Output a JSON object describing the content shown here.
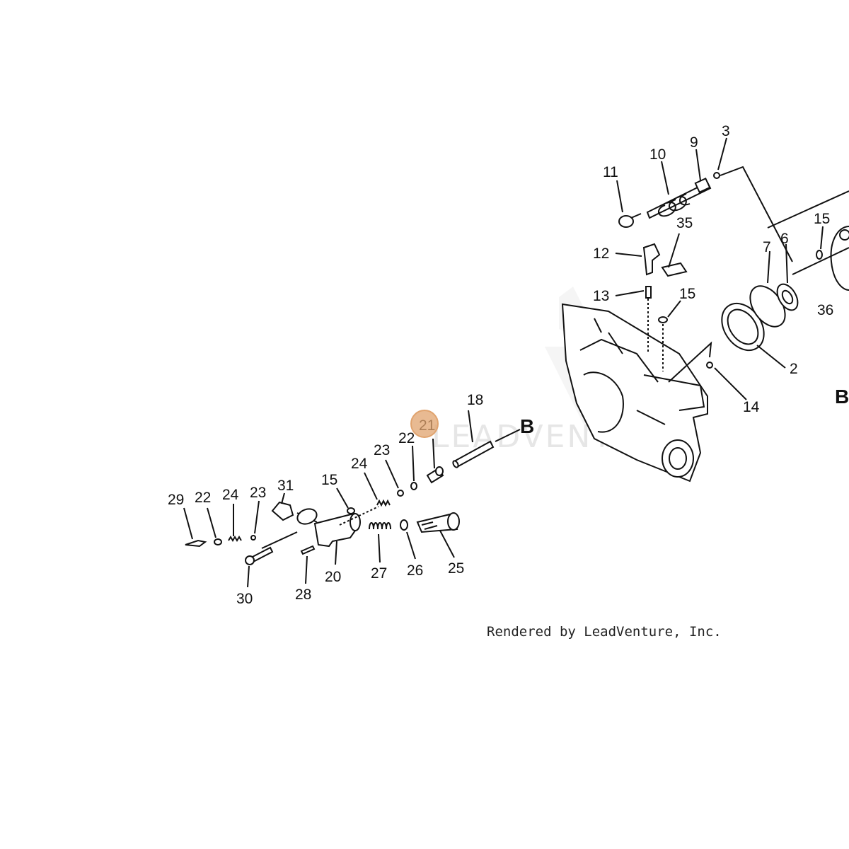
{
  "watermark": "LEADVENTURE",
  "credit": "Rendered by LeadVenture, Inc.",
  "highlight": {
    "label": "21",
    "color": "#e0a36e"
  },
  "callouts": {
    "n3": "3",
    "n9": "9",
    "n10": "10",
    "n11": "11",
    "n35": "35",
    "n12": "12",
    "n13": "13",
    "n15a": "15",
    "n15b": "15",
    "n15c": "15",
    "n7": "7",
    "n6": "6",
    "n36": "36",
    "n2": "2",
    "n14": "14",
    "n18": "18",
    "n22a": "22",
    "n23a": "23",
    "n24a": "24",
    "n29": "29",
    "n22b": "22",
    "n24b": "24",
    "n23b": "23",
    "n31": "31",
    "n30": "30",
    "n20": "20",
    "n28": "28",
    "n27": "27",
    "n26": "26",
    "n25": "25",
    "B1": "B",
    "B2": "B"
  }
}
